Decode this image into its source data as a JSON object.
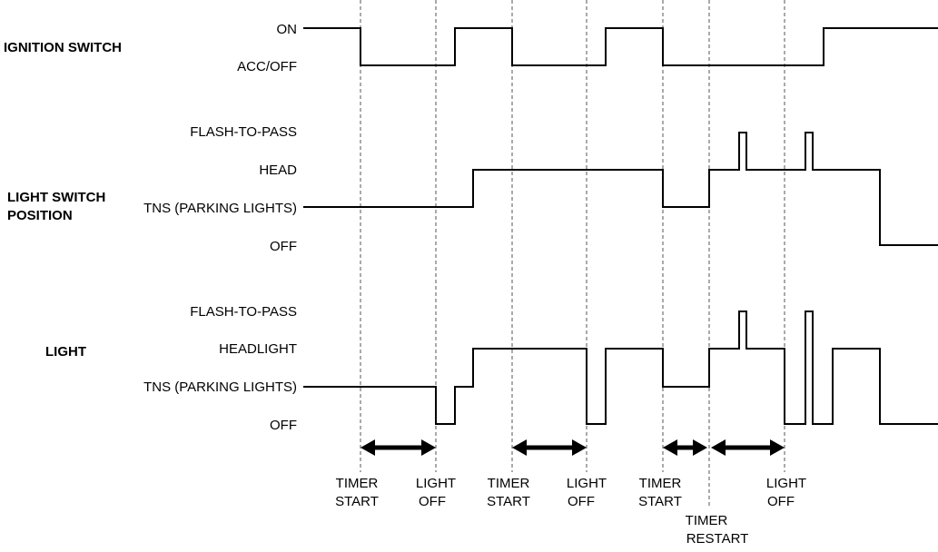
{
  "groups": {
    "ignition": "IGNITION SWITCH",
    "light_switch_line1": "LIGHT SWITCH",
    "light_switch_line2": "POSITION",
    "light": "LIGHT"
  },
  "ignition_levels": {
    "on": "ON",
    "acc_off": "ACC/OFF"
  },
  "switch_levels": {
    "flash_to_pass": "FLASH-TO-PASS",
    "head": "HEAD",
    "tns": "TNS (PARKING LIGHTS)",
    "off": "OFF"
  },
  "light_levels": {
    "flash_to_pass": "FLASH-TO-PASS",
    "headlight": "HEADLIGHT",
    "tns": "TNS (PARKING LIGHTS)",
    "off": "OFF"
  },
  "events": {
    "timer_start_1a": "TIMER",
    "timer_start_1b": "START",
    "light_off_1a": "LIGHT",
    "light_off_1b": "OFF",
    "timer_start_2a": "TIMER",
    "timer_start_2b": "START",
    "light_off_2a": "LIGHT",
    "light_off_2b": "OFF",
    "timer_start_3a": "TIMER",
    "timer_start_3b": "START",
    "timer_restart_a": "TIMER",
    "timer_restart_b": "RESTART",
    "light_off_3a": "LIGHT",
    "light_off_3b": "OFF"
  }
}
